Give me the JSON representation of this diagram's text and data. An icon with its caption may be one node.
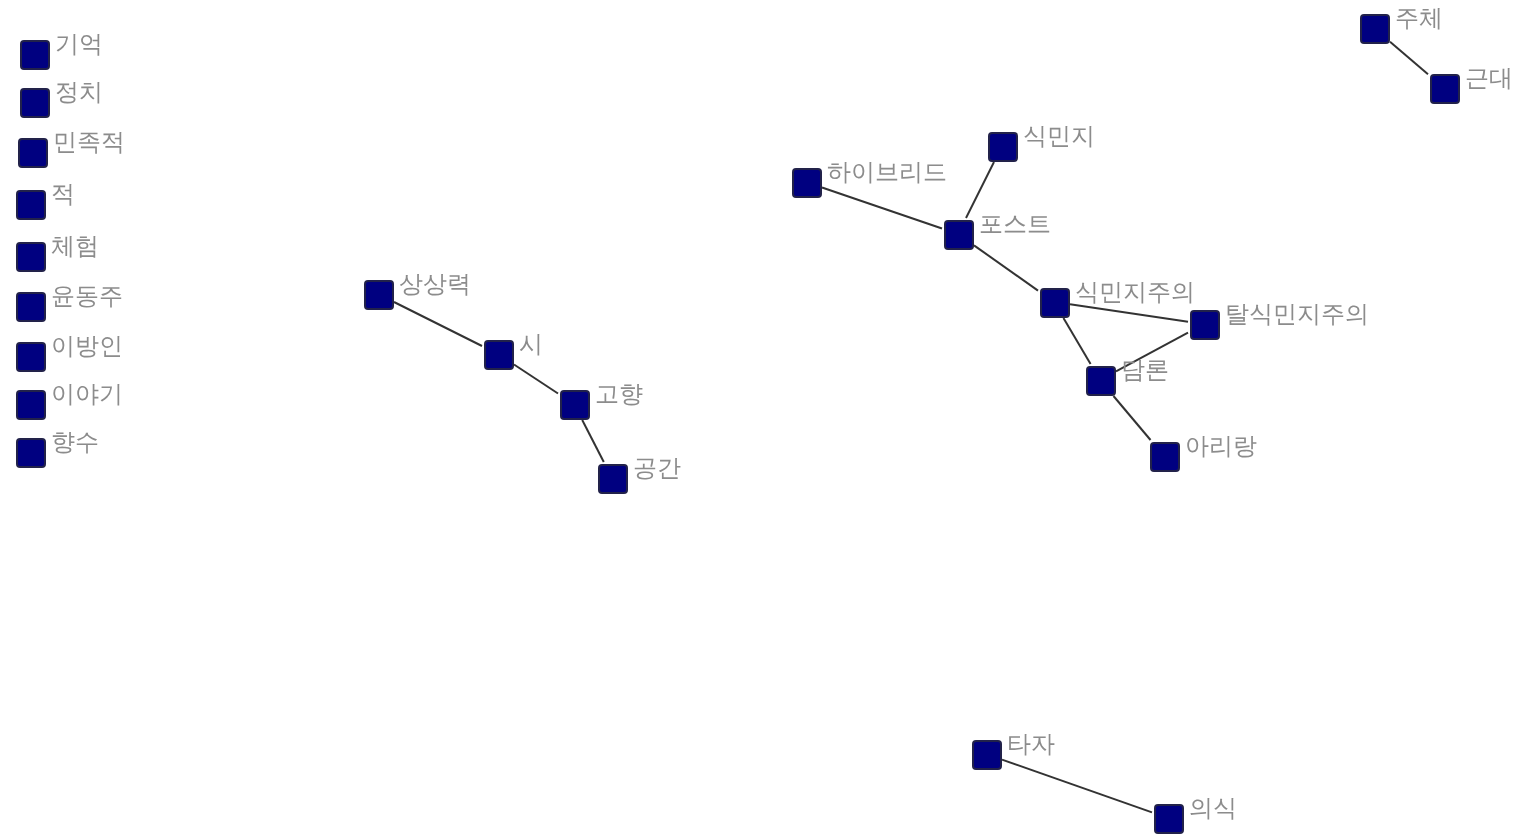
{
  "diagram": {
    "nodes": [
      {
        "text": [],
        "shape": "box",
        "beside": [
          "기억"
        ]
      },
      {
        "text": [],
        "shape": "box",
        "beside": [
          "정치"
        ]
      },
      {
        "text": [],
        "shape": "box",
        "beside": [
          "민족적"
        ]
      },
      {
        "text": [],
        "shape": "box",
        "beside": [
          "적"
        ]
      },
      {
        "text": [],
        "shape": "box",
        "beside": [
          "체험"
        ]
      },
      {
        "text": [],
        "shape": "box",
        "beside": [
          "윤동주"
        ]
      },
      {
        "text": [],
        "shape": "box",
        "beside": [
          "이방인"
        ]
      },
      {
        "text": [],
        "shape": "box",
        "beside": [
          "이야기"
        ]
      },
      {
        "text": [],
        "shape": "box",
        "beside": [
          "향수"
        ]
      },
      {
        "text": [],
        "shape": "box",
        "beside": [
          "주체"
        ]
      },
      {
        "text": [],
        "shape": "box",
        "beside": [
          "근대"
        ]
      },
      {
        "text": [],
        "shape": "box",
        "beside": [
          "상상력"
        ]
      },
      {
        "text": [],
        "shape": "box",
        "beside": [
          "시"
        ]
      },
      {
        "text": [],
        "shape": "box",
        "beside": [
          "고향"
        ]
      },
      {
        "text": [],
        "shape": "box",
        "beside": [
          "공간"
        ]
      },
      {
        "text": [],
        "shape": "box",
        "beside": [
          "하이브리드"
        ]
      },
      {
        "text": [],
        "shape": "box",
        "beside": [
          "식민지"
        ]
      },
      {
        "text": [],
        "shape": "box",
        "beside": [
          "포스트"
        ]
      },
      {
        "text": [],
        "shape": "box",
        "beside": [
          "식민지주의"
        ]
      },
      {
        "text": [],
        "shape": "box",
        "beside": [
          "탈식민지주의"
        ]
      },
      {
        "text": [],
        "shape": "box",
        "beside": [
          "담론"
        ]
      },
      {
        "text": [],
        "shape": "box",
        "beside": [
          "아리랑"
        ]
      },
      {
        "text": [],
        "shape": "box",
        "beside": [
          "타자"
        ]
      },
      {
        "text": [],
        "shape": "box",
        "beside": [
          "의식"
        ]
      }
    ],
    "edges": [
      {
        "from": 9,
        "to": 10,
        "arrow": "none"
      },
      {
        "from": 11,
        "to": 12,
        "arrow": "none"
      },
      {
        "from": 12,
        "to": 13,
        "arrow": "none"
      },
      {
        "from": 13,
        "to": 14,
        "arrow": "none"
      },
      {
        "from": 15,
        "to": 17,
        "arrow": "none"
      },
      {
        "from": 16,
        "to": 17,
        "arrow": "none"
      },
      {
        "from": 17,
        "to": 18,
        "arrow": "none"
      },
      {
        "from": 18,
        "to": 20,
        "arrow": "none"
      },
      {
        "from": 19,
        "to": 18,
        "arrow": "none"
      },
      {
        "from": 19,
        "to": 20,
        "arrow": "none"
      },
      {
        "from": 20,
        "to": 21,
        "arrow": "none"
      },
      {
        "from": 22,
        "to": 23,
        "arrow": "none"
      }
    ]
  }
}
